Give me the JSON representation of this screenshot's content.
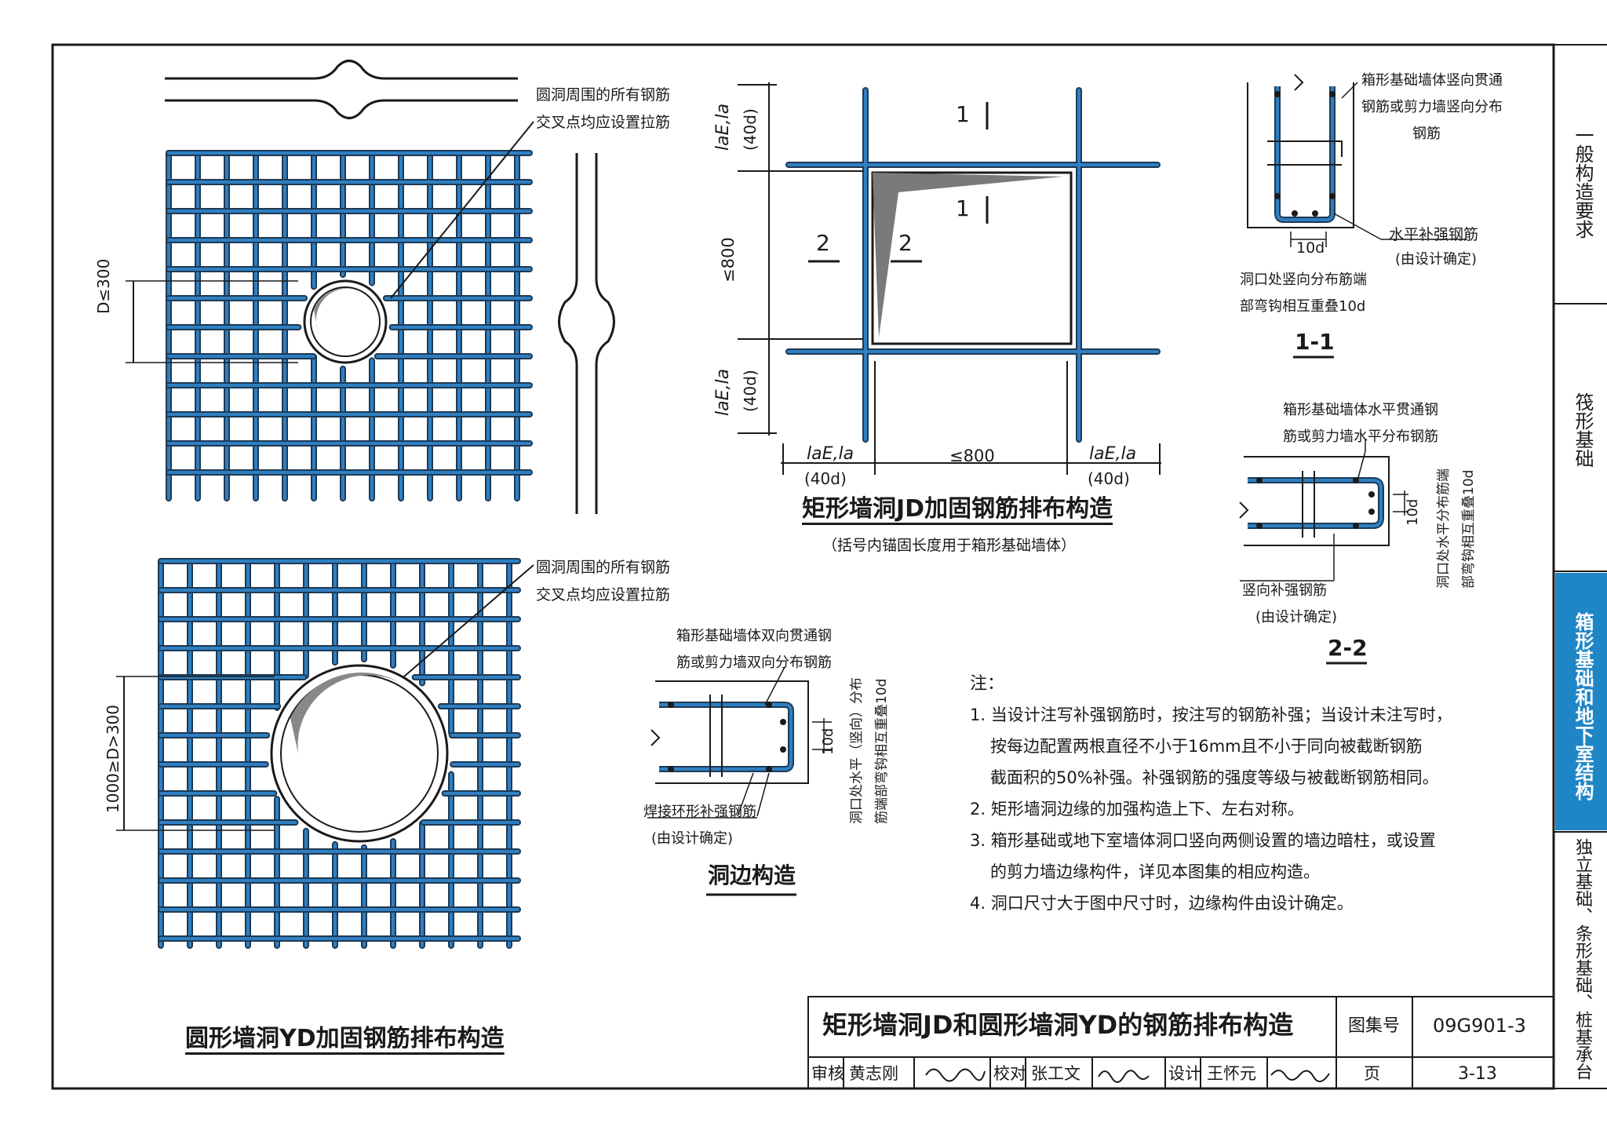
{
  "sheet": {
    "main_title": "矩形墙洞JD和圆形墙洞YD的钢筋排布构造",
    "atlas_label": "图集号",
    "atlas_number": "09G901-3",
    "page_label": "页",
    "page_number": "3-13",
    "review_label": "审核",
    "reviewer": "黄志刚",
    "check_label": "校对",
    "checker": "张工文",
    "design_label": "设计",
    "designer": "王怀元"
  },
  "side_tabs": [
    {
      "label": "一般构造要求"
    },
    {
      "label": "筏形基础"
    },
    {
      "label": "箱形基础和地下室结构",
      "active": true
    },
    {
      "label": "独立基础、条形基础、桩基承台"
    }
  ],
  "circular": {
    "note_top": [
      "圆洞周围的所有钢筋",
      "交叉点均应设置拉筋"
    ],
    "note_bottom": [
      "圆洞周围的所有钢筋",
      "交叉点均应设置拉筋"
    ],
    "dim_small": "D≤300",
    "dim_large": "1000≥D>300",
    "title": "圆形墙洞YD加固钢筋排布构造"
  },
  "rect": {
    "anchor_top": [
      "l",
      "aE",
      ",",
      "l",
      "a",
      "(40d)"
    ],
    "anchor_label": "laE,la",
    "anchor_40d": "(40d)",
    "dim_800_v": "≤800",
    "dim_800_h": "≤800",
    "section_1": "1",
    "section_2": "2",
    "title": "矩形墙洞JD加固钢筋排布构造",
    "subtitle": "（括号内锚固长度用于箱形基础墙体）"
  },
  "section_11": {
    "note_top": [
      "箱形基础墙体竖向贯通",
      "钢筋或剪力墙竖向分布",
      "钢筋"
    ],
    "note_right": [
      "水平补强钢筋",
      "(由设计确定)"
    ],
    "dim": "10d",
    "note_bottom": [
      "洞口处竖向分布筋端",
      "部弯钩相互重叠10d"
    ],
    "title": "1-1"
  },
  "section_22": {
    "note_top": [
      "箱形基础墙体水平贯通钢",
      "筋或剪力墙水平分布钢筋"
    ],
    "note_side": [
      "洞口处水平分布筋端",
      "部弯钩相互重叠10d"
    ],
    "dim": "10d",
    "note_bottom": [
      "竖向补强钢筋",
      "(由设计确定)"
    ],
    "title": "2-2"
  },
  "hole_edge": {
    "note_top": [
      "箱形基础墙体双向贯通钢",
      "筋或剪力墙双向分布钢筋"
    ],
    "note_side": [
      "洞口处水平（竖向）分布",
      "筋端部弯钩相互重叠10d"
    ],
    "dim": "10d",
    "note_bottom": [
      "焊接环形补强钢筋",
      "(由设计确定)"
    ],
    "title": "洞边构造"
  },
  "notes": {
    "heading": "注：",
    "items": [
      "1. 当设计注写补强钢筋时，按注写的钢筋补强；当设计未注写时，",
      "按每边配置两根直径不小于16mm且不小于同向被截断钢筋",
      "截面积的50%补强。补强钢筋的强度等级与被截断钢筋相同。",
      "2. 矩形墙洞边缘的加强构造上下、左右对称。",
      "3. 箱形基础或地下室墙体洞口竖向两侧设置的墙边暗柱，或设置",
      "的剪力墙边缘构件，详见本图集的相应构造。",
      "4. 洞口尺寸大于图中尺寸时，边缘构件由设计确定。"
    ]
  },
  "colors": {
    "rebar": "#2f7fc1",
    "rebar_dark": "#1d3a55",
    "line": "#1a1a1a",
    "tab_active": "#1f86c6"
  }
}
